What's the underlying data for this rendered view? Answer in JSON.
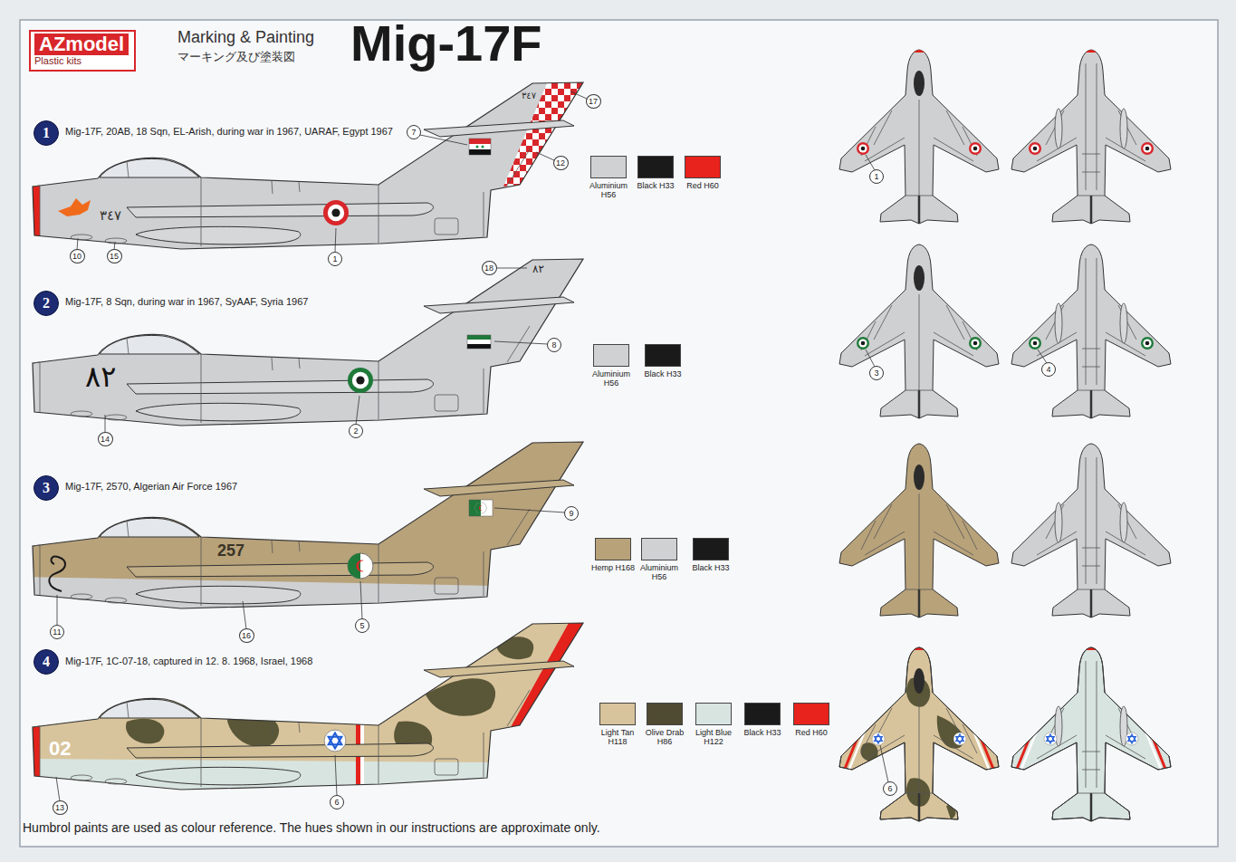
{
  "diagram": {
    "title": "Mig-17F",
    "nodes": [
      {
        "text": [
          "AZmodel",
          "Plastic kits"
        ]
      },
      {
        "text": [
          "1"
        ]
      },
      {
        "text": [
          "2"
        ]
      },
      {
        "text": [
          "3"
        ]
      },
      {
        "text": [
          "4"
        ]
      }
    ],
    "labels": [
      "Marking & Painting",
      "マーキング及び塗装図",
      "Mig-17F, 20AB, 18 Sqn, EL-Arish, during war in 1967, UARAF, Egypt 1967",
      "Mig-17F, 8 Sqn, during war in 1967, SyAAF, Syria 1967",
      "Mig-17F, 2570, Algerian Air Force 1967",
      "Mig-17F, 1C-07-18, captured in 12. 8. 1968, Israel, 1968",
      "٣٤٧",
      "٣٤٧",
      "٨٢",
      "٨٢",
      "257",
      "02",
      "17",
      "7",
      "12",
      "10",
      "15",
      "1",
      "18",
      "8",
      "14",
      "2",
      "9",
      "11",
      "16",
      "5",
      "6",
      "13",
      "1",
      "3",
      "4",
      "6",
      "Humbrol paints are used as colour reference. The hues shown in our instructions are approximate only."
    ],
    "legend": [
      {
        "text": "Aluminium H56",
        "color": "#d0d1d3"
      },
      {
        "text": "Black H33",
        "color": "#1a1a1a"
      },
      {
        "text": "Red H60",
        "color": "#e8221c"
      },
      {
        "text": "Aluminium H56",
        "color": "#d0d1d3"
      },
      {
        "text": "Black H33",
        "color": "#1a1a1a"
      },
      {
        "text": "Hemp H168",
        "color": "#b8a27a"
      },
      {
        "text": "Aluminium H56",
        "color": "#d0d1d3"
      },
      {
        "text": "Black H33",
        "color": "#1a1a1a"
      },
      {
        "text": "Light Tan H118",
        "color": "#d8c49c"
      },
      {
        "text": "Olive Drab H86",
        "color": "#4f4a32"
      },
      {
        "text": "Light Blue H122",
        "color": "#d8e4e0"
      },
      {
        "text": "Black H33",
        "color": "#1a1a1a"
      },
      {
        "text": "Red H60",
        "color": "#e8221c"
      }
    ]
  }
}
